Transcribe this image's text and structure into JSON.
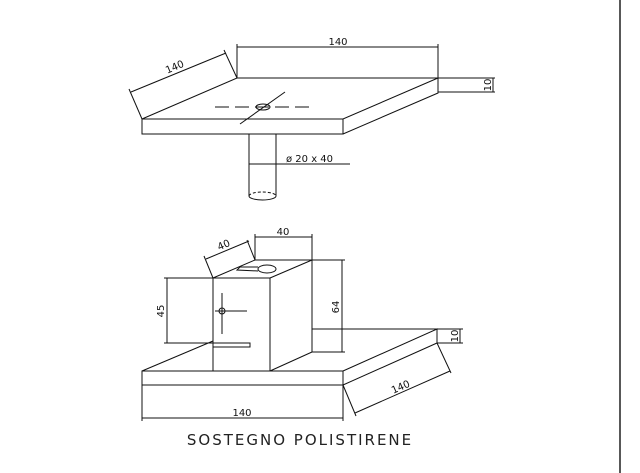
{
  "top_view": {
    "dim_width": "140",
    "dim_depth": "140",
    "dim_thickness": "10",
    "dim_pin": "ø 20 x 40"
  },
  "bottom_view": {
    "dim_block_width": "40",
    "dim_block_depth": "40",
    "dim_slot_height": "45",
    "dim_block_height": "64",
    "dim_thickness": "10",
    "dim_depth": "140",
    "dim_width": "140"
  },
  "title": "SOSTEGNO POLISTIRENE"
}
